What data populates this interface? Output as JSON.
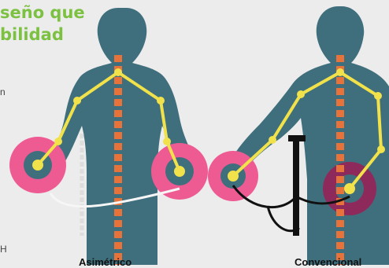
{
  "headline": {
    "line1": "seño que",
    "line2": "bilidad"
  },
  "side_labels": {
    "top": "n",
    "bottom": "H"
  },
  "captions": {
    "left": "Asimétrico",
    "right": "Convencional"
  },
  "colors": {
    "background": "#ececec",
    "silhouette": "#3f6f7d",
    "spine": "#e8733a",
    "skeleton": "#f1e14a",
    "hand_highlight": "#ee5b93",
    "dark_highlight": "#8e2a5b",
    "headline": "#7cc142"
  }
}
